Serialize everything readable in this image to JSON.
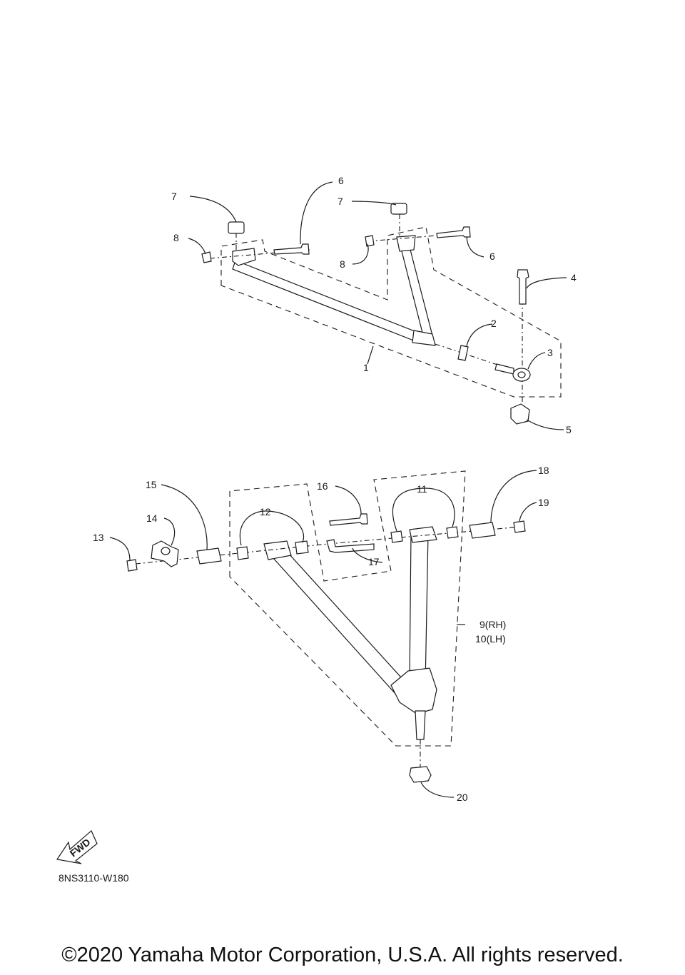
{
  "diagram": {
    "labels": [
      {
        "id": "l7a",
        "text": "7"
      },
      {
        "id": "l6a",
        "text": "6"
      },
      {
        "id": "l7b",
        "text": "7"
      },
      {
        "id": "l8a",
        "text": "8"
      },
      {
        "id": "l8b",
        "text": "8"
      },
      {
        "id": "l6b",
        "text": "6"
      },
      {
        "id": "l4",
        "text": "4"
      },
      {
        "id": "l2",
        "text": "2"
      },
      {
        "id": "l3",
        "text": "3"
      },
      {
        "id": "l1",
        "text": "1"
      },
      {
        "id": "l5",
        "text": "5"
      },
      {
        "id": "l15",
        "text": "15"
      },
      {
        "id": "l16",
        "text": "16"
      },
      {
        "id": "l11",
        "text": "11"
      },
      {
        "id": "l18",
        "text": "18"
      },
      {
        "id": "l14",
        "text": "14"
      },
      {
        "id": "l12",
        "text": "12"
      },
      {
        "id": "l19",
        "text": "19"
      },
      {
        "id": "l13",
        "text": "13"
      },
      {
        "id": "l17",
        "text": "17"
      },
      {
        "id": "l9",
        "text": "9(RH)"
      },
      {
        "id": "l10",
        "text": "10(LH)"
      },
      {
        "id": "l20",
        "text": "20"
      }
    ],
    "fwd_label": "FWD",
    "diagram_code": "8NS3110-W180"
  },
  "footer": {
    "copyright": "©2020 Yamaha Motor Corporation, U.S.A. All rights reserved."
  }
}
